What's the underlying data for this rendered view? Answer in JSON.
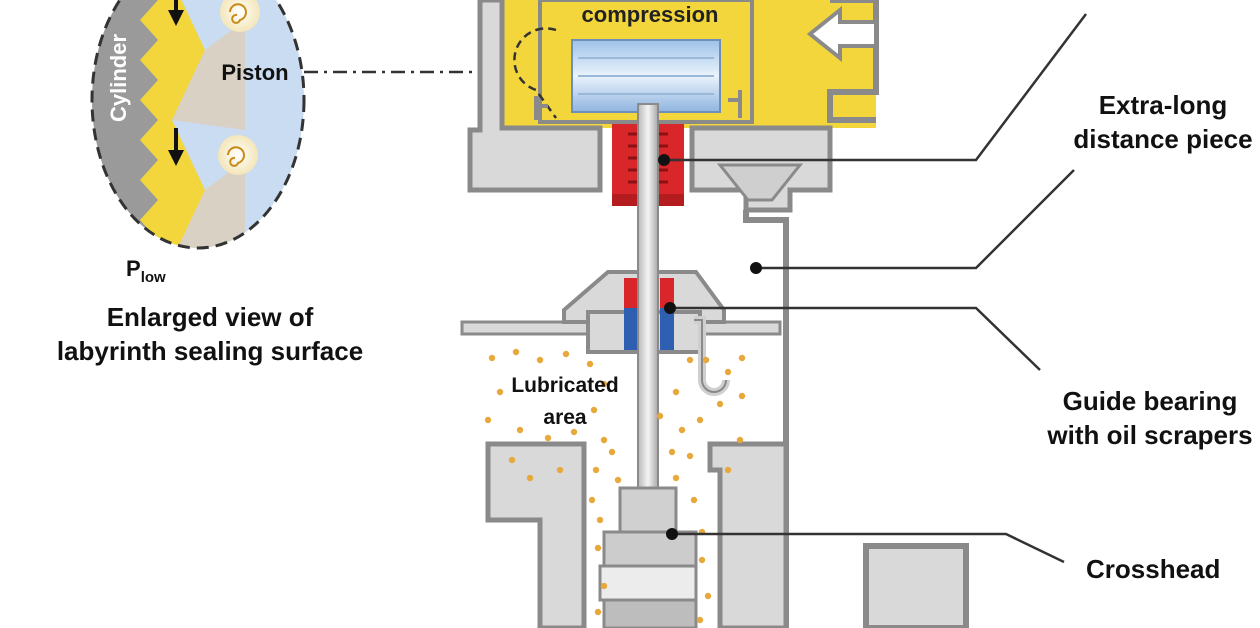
{
  "diagram": {
    "enlarged_view": {
      "cylinder_label": "Cylinder",
      "piston_label": "Piston",
      "p_low_main": "P",
      "p_low_sub": "low",
      "caption_line1": "Enlarged view of",
      "caption_line2": "labyrinth sealing surface"
    },
    "compression_label": "compression",
    "lubricated_line1": "Lubricated",
    "lubricated_line2": "area",
    "callouts": {
      "extra_long_line1": "Extra-long",
      "extra_long_line2": "distance piece",
      "guide_line1": "Guide bearing",
      "guide_line2": "with oil scrapers",
      "crosshead": "Crosshead"
    },
    "colors": {
      "cylinder_yellow": "#f2d63c",
      "wall_gray": "#8a8a8a",
      "fill_gray": "#d9d9d9",
      "seal_red": "#d9262a",
      "scraper_blue": "#2f5fb0",
      "oil_dot": "#e8a93c",
      "piston_blue": "#c9dcf1"
    }
  }
}
